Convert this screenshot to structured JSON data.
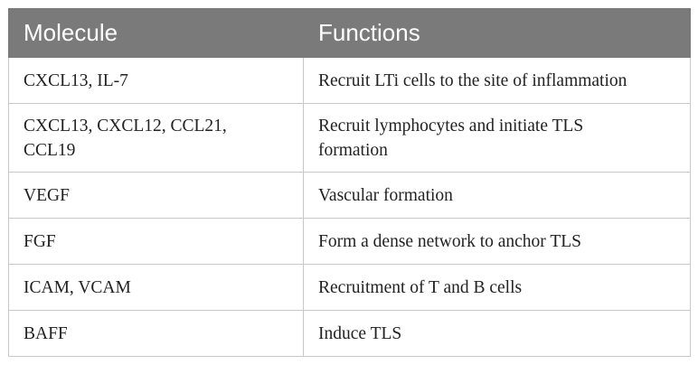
{
  "table": {
    "headers": [
      "Molecule",
      "Functions"
    ],
    "rows": [
      [
        "CXCL13, IL-7",
        "Recruit LTi cells to the site of inflammation"
      ],
      [
        "CXCL13, CXCL12, CCL21, CCL19",
        "Recruit lymphocytes and initiate TLS formation"
      ],
      [
        "VEGF",
        "Vascular formation"
      ],
      [
        "FGF",
        "Form a dense network to anchor TLS"
      ],
      [
        "ICAM, VCAM",
        "Recruitment of T and B cells"
      ],
      [
        "BAFF",
        "Induce TLS"
      ]
    ]
  }
}
